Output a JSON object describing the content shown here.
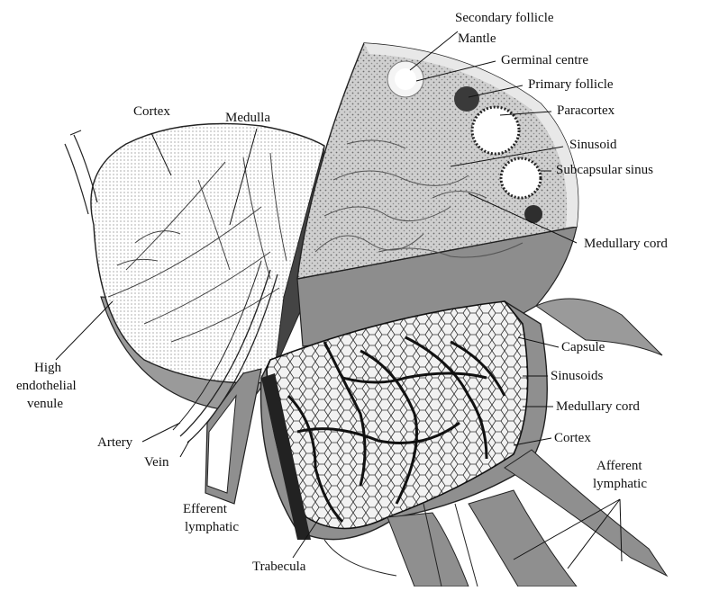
{
  "diagram": {
    "labels": {
      "secondary_follicle": "Secondary follicle",
      "mantle": "Mantle",
      "germinal_centre": "Germinal centre",
      "primary_follicle": "Primary follicle",
      "paracortex": "Paracortex",
      "sinusoid": "Sinusoid",
      "subcapsular_sinus": "Subcapsular sinus",
      "medullary_cord_top": "Medullary cord",
      "cortex_left": "Cortex",
      "medulla": "Medulla",
      "high_endothelial_venule_1": "High",
      "high_endothelial_venule_2": "endothelial",
      "high_endothelial_venule_3": "venule",
      "artery": "Artery",
      "vein": "Vein",
      "efferent_lymphatic_1": "Efferent",
      "efferent_lymphatic_2": "lymphatic",
      "trabecula": "Trabecula",
      "capsule": "Capsule",
      "sinusoids": "Sinusoids",
      "medullary_cord_bottom": "Medullary cord",
      "cortex_bottom": "Cortex",
      "afferent_lymphatic_1": "Afferent",
      "afferent_lymphatic_2": "lymphatic"
    },
    "colors": {
      "background": "#ffffff",
      "ink": "#111111",
      "shade_dark": "#7a7a7a",
      "shade_mid": "#9c9c9c",
      "shade_light": "#d8d8d8",
      "tissue_fill": "#c4c4c4"
    }
  }
}
